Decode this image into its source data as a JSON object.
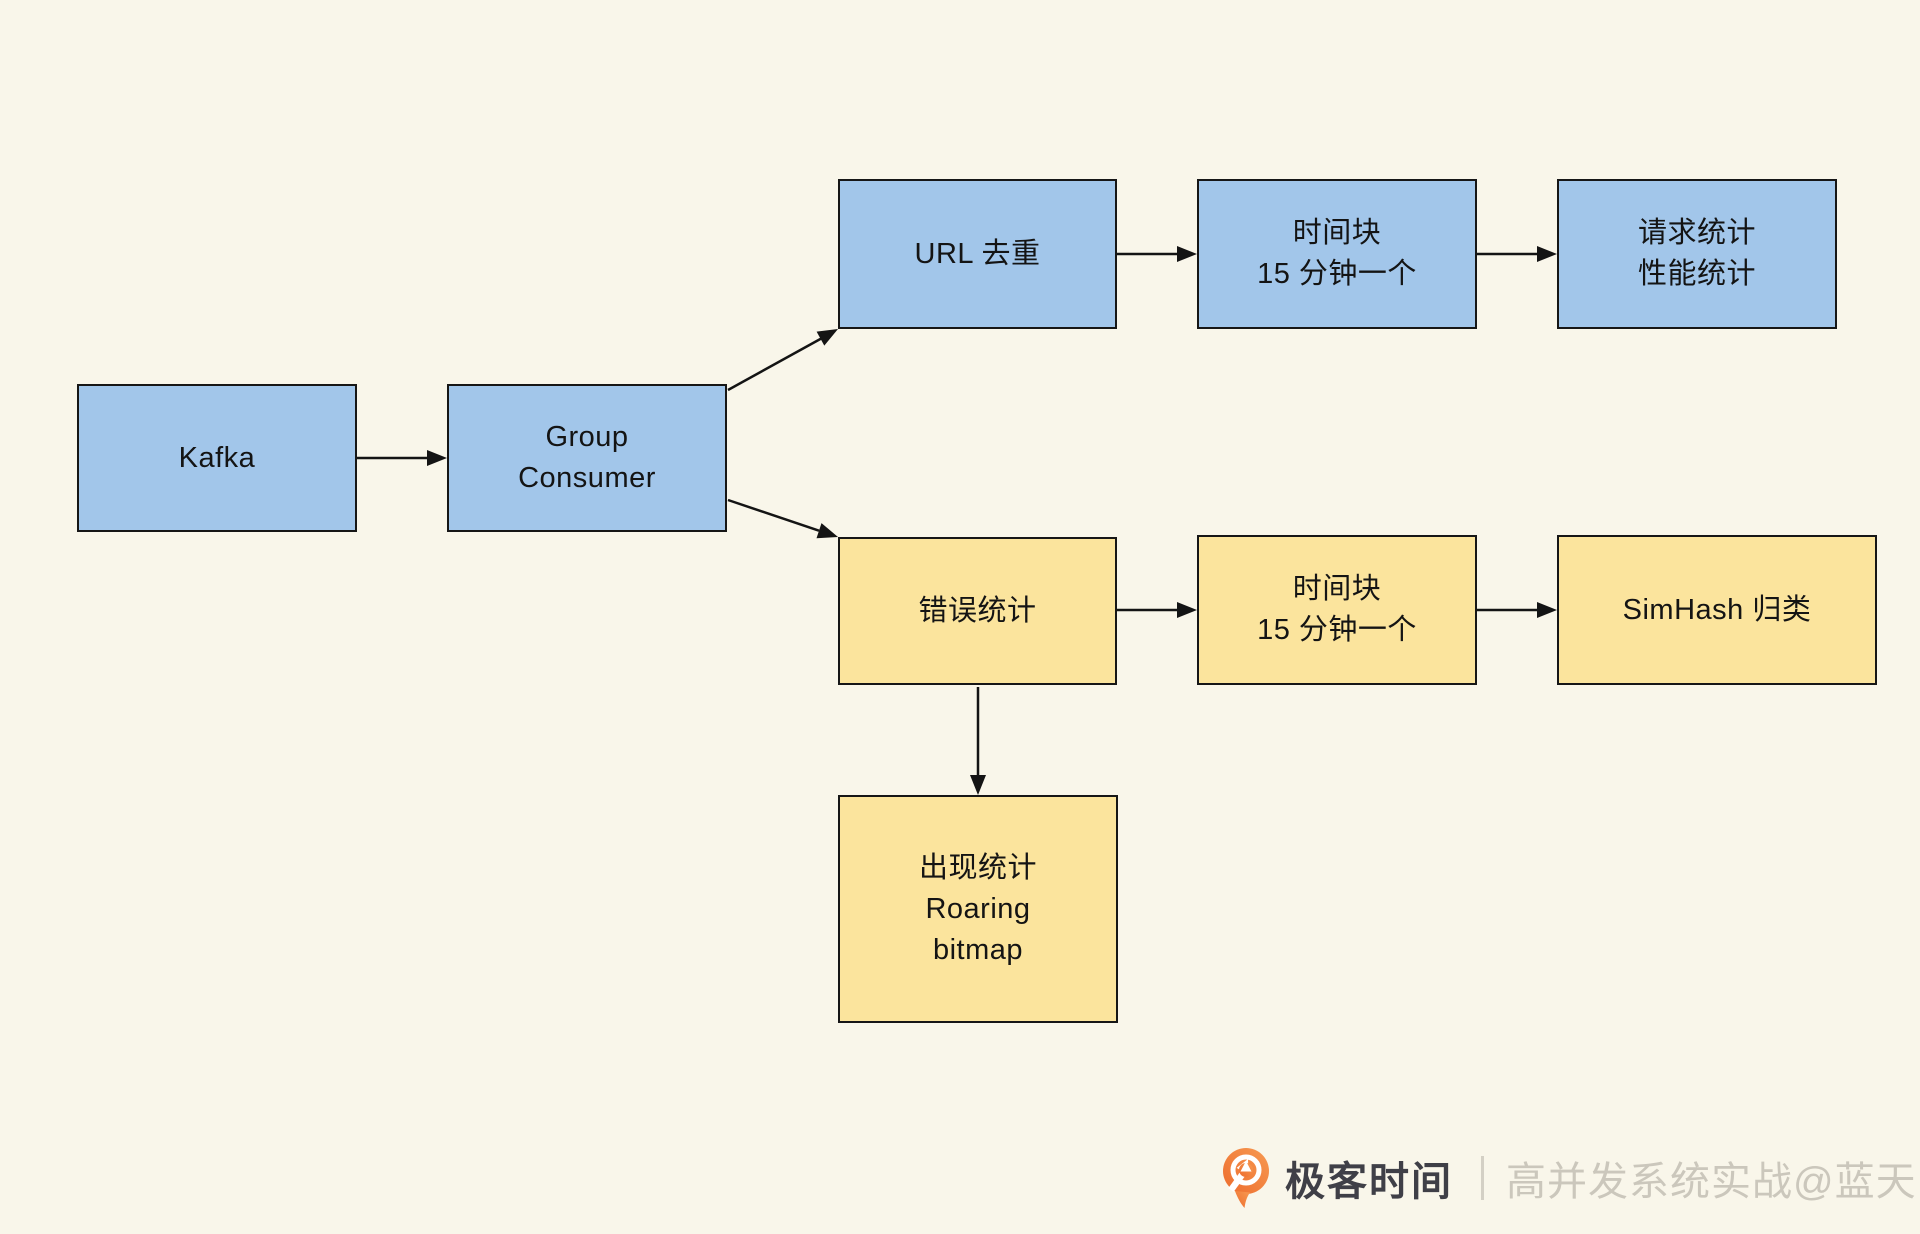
{
  "colors": {
    "bg": "#F9F6EA",
    "blue_fill": "#A2C6EA",
    "yellow_fill": "#FBE49D",
    "node_border": "#161616",
    "ink": "#141414",
    "brand_text": "#3F3F47",
    "credit_text": "#CBC7BC",
    "logo_orange": "#ED6C2D",
    "logo_orange_light": "#F79A52"
  },
  "diagram": {
    "nodes": {
      "kafka": {
        "type": "blue",
        "lines": [
          "Kafka"
        ]
      },
      "group_consumer": {
        "type": "blue",
        "lines": [
          "Group",
          "Consumer"
        ]
      },
      "url_dedup": {
        "type": "blue",
        "lines": [
          "URL 去重"
        ]
      },
      "time_block_top": {
        "type": "blue",
        "lines": [
          "时间块",
          "15 分钟一个"
        ]
      },
      "request_stats": {
        "type": "blue",
        "lines": [
          "请求统计",
          "性能统计"
        ]
      },
      "error_stats": {
        "type": "yellow",
        "lines": [
          "错误统计"
        ]
      },
      "time_block_bottom": {
        "type": "yellow",
        "lines": [
          "时间块",
          "15 分钟一个"
        ]
      },
      "simhash": {
        "type": "yellow",
        "lines": [
          "SimHash 归类"
        ]
      },
      "occurrence_stats": {
        "type": "yellow",
        "lines": [
          "出现统计",
          "Roaring",
          "bitmap"
        ]
      }
    },
    "edges": [
      {
        "from": "kafka",
        "to": "group_consumer"
      },
      {
        "from": "group_consumer",
        "to": "url_dedup"
      },
      {
        "from": "group_consumer",
        "to": "error_stats"
      },
      {
        "from": "url_dedup",
        "to": "time_block_top"
      },
      {
        "from": "time_block_top",
        "to": "request_stats"
      },
      {
        "from": "error_stats",
        "to": "time_block_bottom"
      },
      {
        "from": "time_block_bottom",
        "to": "simhash"
      },
      {
        "from": "error_stats",
        "to": "occurrence_stats"
      }
    ]
  },
  "footer": {
    "brand": "极客时间",
    "credit": "高并发系统实战@蓝天"
  }
}
